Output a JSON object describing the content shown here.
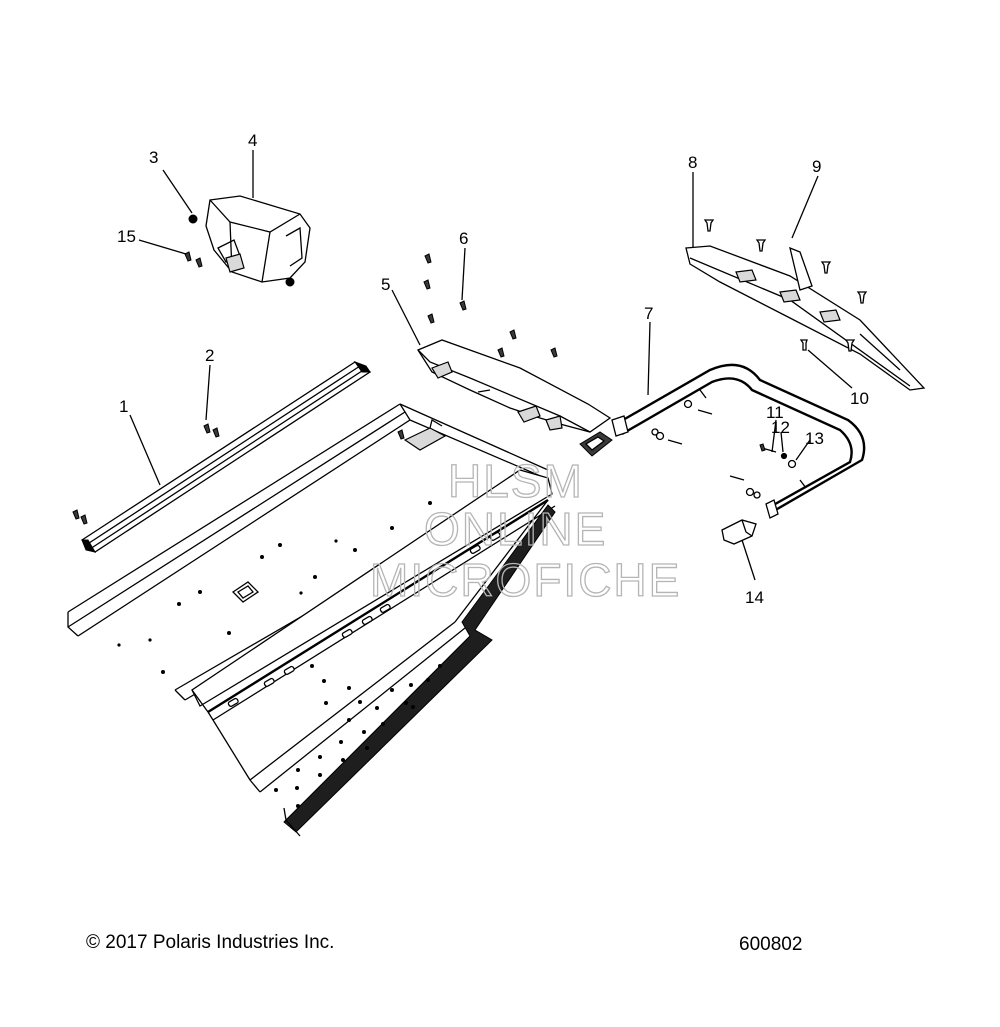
{
  "callouts": [
    {
      "id": "c1",
      "label": "1"
    },
    {
      "id": "c2",
      "label": "2"
    },
    {
      "id": "c3",
      "label": "3"
    },
    {
      "id": "c4",
      "label": "4"
    },
    {
      "id": "c5",
      "label": "5"
    },
    {
      "id": "c6",
      "label": "6"
    },
    {
      "id": "c7",
      "label": "7"
    },
    {
      "id": "c8",
      "label": "8"
    },
    {
      "id": "c9",
      "label": "9"
    },
    {
      "id": "c10",
      "label": "10"
    },
    {
      "id": "c11",
      "label": "11"
    },
    {
      "id": "c12",
      "label": "12"
    },
    {
      "id": "c13",
      "label": "13"
    },
    {
      "id": "c14",
      "label": "14"
    },
    {
      "id": "c15",
      "label": "15"
    }
  ],
  "watermark": {
    "line1": "HLSM",
    "line2": "ONLINE",
    "line3": "MICROFICHE"
  },
  "footer": {
    "copyright": "© 2017 Polaris Industries Inc.",
    "drawing_number": "600802"
  }
}
